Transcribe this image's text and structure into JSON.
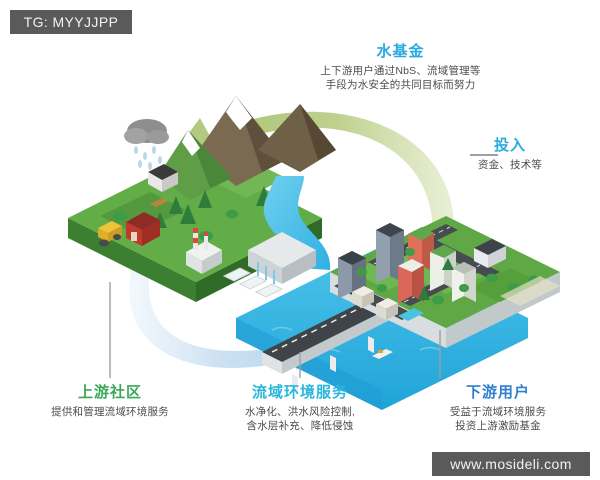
{
  "watermarks": {
    "telegram": "TG: MYYJJPP",
    "site": "www.mosideli.com"
  },
  "labels": {
    "fund": {
      "title": "水基金",
      "line1": "上下游用户通过NbS、流域管理等",
      "line2": "手段为水安全的共同目标而努力"
    },
    "investment": {
      "title": "投入",
      "line1": "资金、技术等",
      "line2": ""
    },
    "upstream": {
      "title": "上游社区",
      "line1": "提供和管理流域环境服务",
      "line2": ""
    },
    "services": {
      "title": "流域环境服务",
      "line1": "水净化、洪水风险控制,",
      "line2": "含水层补充、降低侵蚀"
    },
    "downstream": {
      "title": "下游用户",
      "line1": "受益于流域环境服务",
      "line2": "投资上游激励基金"
    }
  },
  "colors": {
    "fund_title": "#29aae1",
    "investment_title": "#29aae1",
    "upstream_title": "#3aa85a",
    "services_title": "#29b6dc",
    "downstream_title": "#2f7fd0",
    "green_arrow": "#b9ce85",
    "blue_arrow": "#c6e0f2",
    "land_green": "#5fa845",
    "land_green_dark": "#3f8a33",
    "water_blue": "#37b6e8",
    "water_blue_dark": "#1f9bd4",
    "badge_gray": "#5a5a5a",
    "leader_line": "#9e9e9e",
    "background": "#ffffff"
  },
  "illustration": {
    "upstream_scene": {
      "name": "upstream-watershed-block",
      "elements": [
        "rain-cloud-icon",
        "mountain-peaks",
        "conifer-forest",
        "farm-house",
        "red-barn",
        "yellow-tractor",
        "river",
        "hydro-dam",
        "factory",
        "fish-ponds"
      ]
    },
    "downstream_scene": {
      "name": "downstream-city-block",
      "elements": [
        "high-rise-towers",
        "apartment-blocks",
        "city-roads",
        "park-trees",
        "swimming-pool",
        "bridge",
        "boat",
        "river-delta"
      ]
    },
    "arrows": [
      {
        "name": "investment-arrow-green",
        "direction": "downstream-to-upstream",
        "color": "#b9ce85"
      },
      {
        "name": "services-arrow-blue",
        "direction": "upstream-to-downstream",
        "color": "#c6e0f2"
      }
    ]
  }
}
